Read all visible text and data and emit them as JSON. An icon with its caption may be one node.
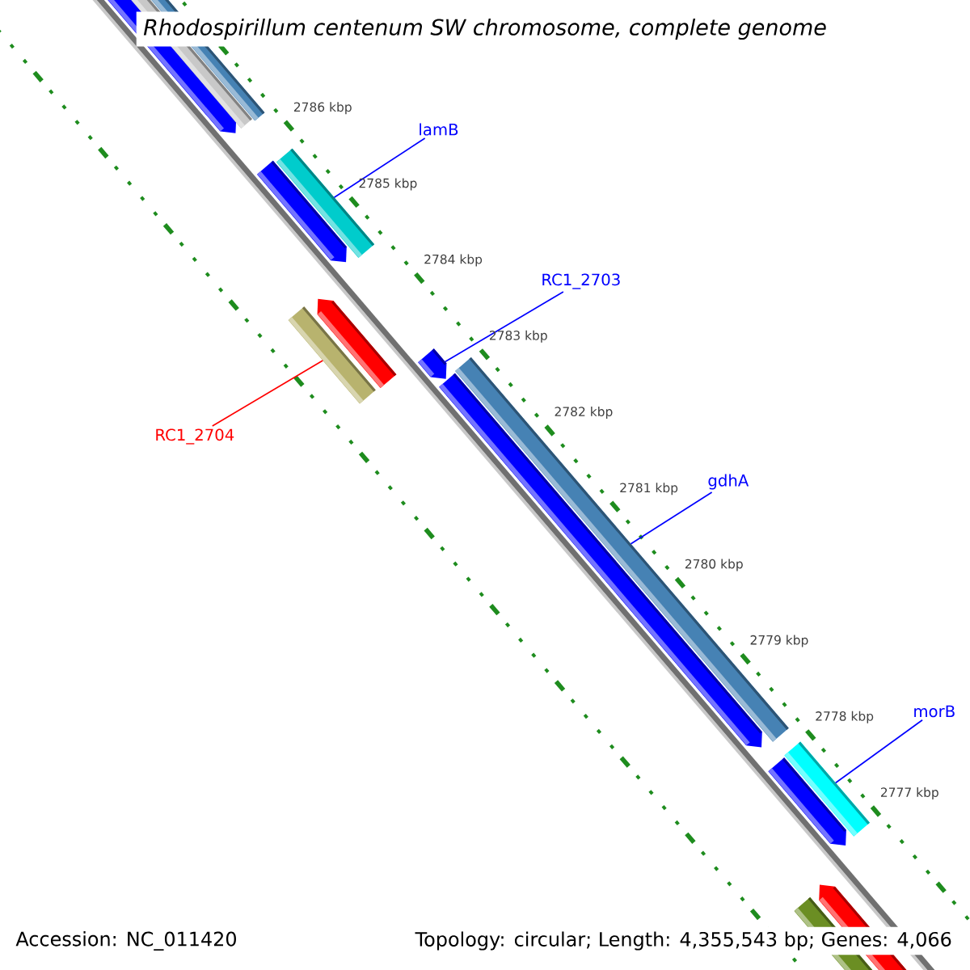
{
  "diagram": {
    "title": "Rhodospirillum centenum SW chromosome, complete genome",
    "nodes": [
      {
        "text": [
          "lamB"
        ]
      },
      {
        "text": [
          "RC1_2703"
        ]
      },
      {
        "text": [
          "gdhA"
        ]
      },
      {
        "text": [
          "morB"
        ]
      },
      {
        "text": [
          "RC1_2704"
        ]
      },
      {
        "text": [],
        "shape": "bar"
      },
      {
        "text": [],
        "shape": "bar"
      },
      {
        "text": [],
        "shape": "bar"
      },
      {
        "text": [],
        "shape": "bar"
      },
      {
        "text": [],
        "shape": "bar"
      }
    ],
    "edges": [
      {
        "from": 0,
        "to": 5,
        "arrow": "none"
      },
      {
        "from": 1,
        "to": 6,
        "arrow": "none"
      },
      {
        "from": 2,
        "to": 7,
        "arrow": "none"
      },
      {
        "from": 3,
        "to": 8,
        "arrow": "none"
      },
      {
        "from": 4,
        "to": 9,
        "arrow": "none",
        "color": "#ff0000"
      }
    ],
    "labels": [
      "2786 kbp",
      "2785 kbp",
      "2784 kbp",
      "2783 kbp",
      "2782 kbp",
      "2781 kbp",
      "2780 kbp",
      "2779 kbp",
      "2778 kbp",
      "2777 kbp",
      "Accession: NC_011420",
      "Topology: circular; Length: 4,355,543 bp; Genes: 4,066"
    ]
  }
}
